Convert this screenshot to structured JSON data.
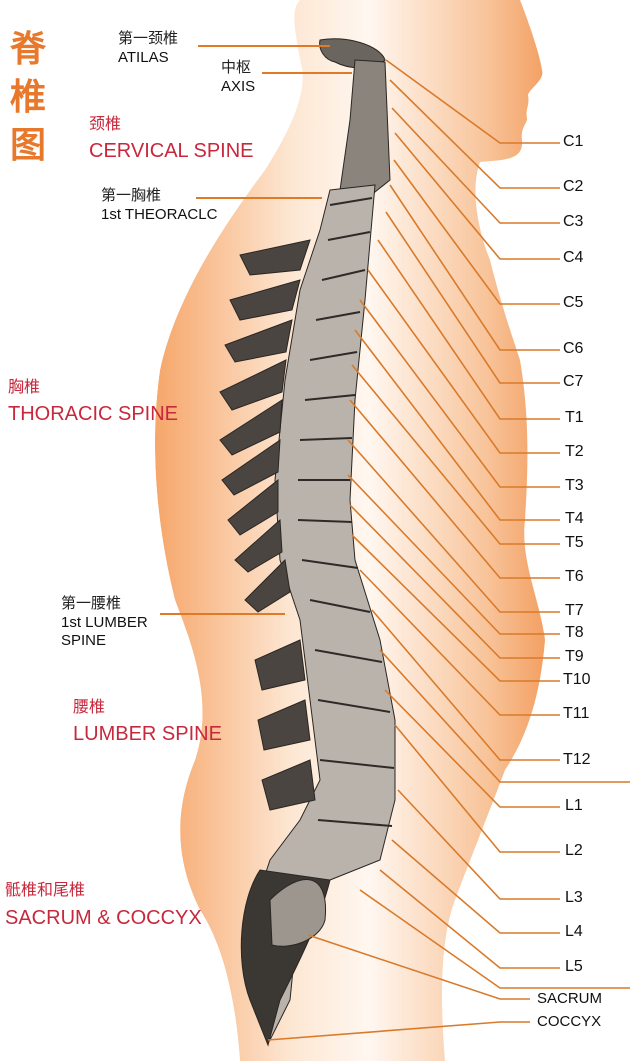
{
  "title": {
    "chars": [
      "脊",
      "椎",
      "图"
    ],
    "color": "#e8782b"
  },
  "colors": {
    "body": "#f4a46a",
    "leader_line": "#d97a2a",
    "region_text": "#c8283c",
    "bone": "#3a3633"
  },
  "callouts_left": [
    {
      "cn": "第一颈椎",
      "en": "ATILAS"
    },
    {
      "cn": "中枢",
      "en": "AXIS"
    },
    {
      "cn": "第一胸椎",
      "en": "1st THEORACLC"
    },
    {
      "cn": "第一腰椎",
      "en": "1st LUMBER",
      "en2": "SPINE"
    }
  ],
  "regions": [
    {
      "cn": "颈椎",
      "en": "CERVICAL SPINE"
    },
    {
      "cn": "胸椎",
      "en": "THORACIC SPINE"
    },
    {
      "cn": "腰椎",
      "en": "LUMBER SPINE"
    },
    {
      "cn": "骶椎和尾椎",
      "en": "SACRUM & COCCYX"
    }
  ],
  "vertebra_labels": [
    "C1",
    "C2",
    "C3",
    "C4",
    "C5",
    "C6",
    "C7",
    "T1",
    "T2",
    "T3",
    "T4",
    "T5",
    "T6",
    "T7",
    "T8",
    "T9",
    "T10",
    "T11",
    "T12",
    "L1",
    "L2",
    "L3",
    "L4",
    "L5",
    "SACRUM",
    "COCCYX"
  ]
}
